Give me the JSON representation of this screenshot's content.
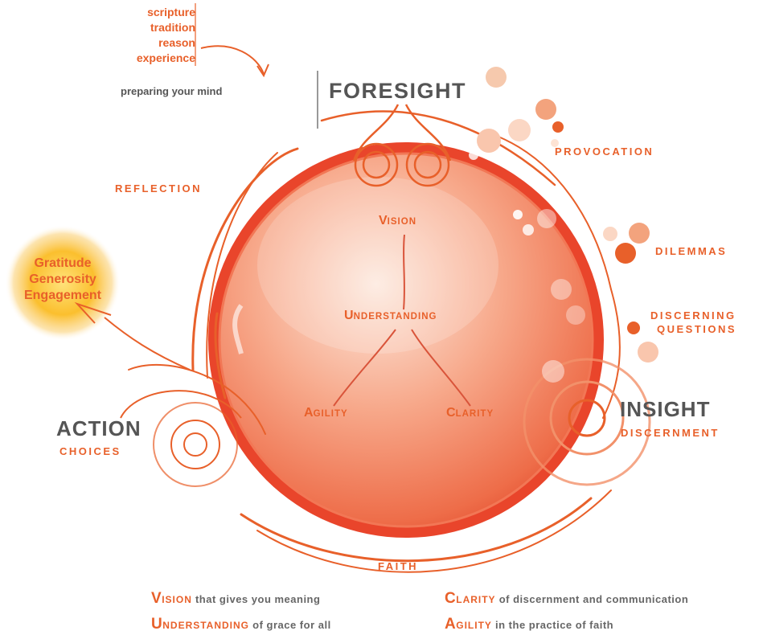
{
  "sources": [
    "scripture",
    "tradition",
    "reason",
    "experience"
  ],
  "preparing": "preparing your mind",
  "foresight": "FORESIGHT",
  "provocation": "PROVOCATION",
  "dilemmas": "DILEMMAS",
  "discerning_questions": [
    "DISCERNING",
    "QUESTIONS"
  ],
  "insight": "INSIGHT",
  "discernment": "DISCERNMENT",
  "action": "ACTION",
  "choices": "CHOICES",
  "reflection": "REFLECTION",
  "faith": "FAITH",
  "gratitude": [
    "Gratitude",
    "Generosity",
    "Engagement"
  ],
  "inner": {
    "vision": {
      "initial": "V",
      "rest": "ISION"
    },
    "understanding": {
      "initial": "U",
      "rest": "NDERSTANDING"
    },
    "agility": {
      "initial": "A",
      "rest": "GILITY"
    },
    "clarity": {
      "initial": "C",
      "rest": "LARITY"
    }
  },
  "legend": [
    {
      "initial": "V",
      "rest": "ISION",
      "text": " that gives you meaning"
    },
    {
      "initial": "U",
      "rest": "NDERSTANDING",
      "text": " of grace for all"
    },
    {
      "initial": "C",
      "rest": "LARITY",
      "text": " of discernment and communication"
    },
    {
      "initial": "A",
      "rest": "GILITY",
      "text": " in the practice of faith"
    }
  ],
  "colors": {
    "accent": "#e8602a",
    "grey": "#555555",
    "glow": "#f9b21a"
  }
}
